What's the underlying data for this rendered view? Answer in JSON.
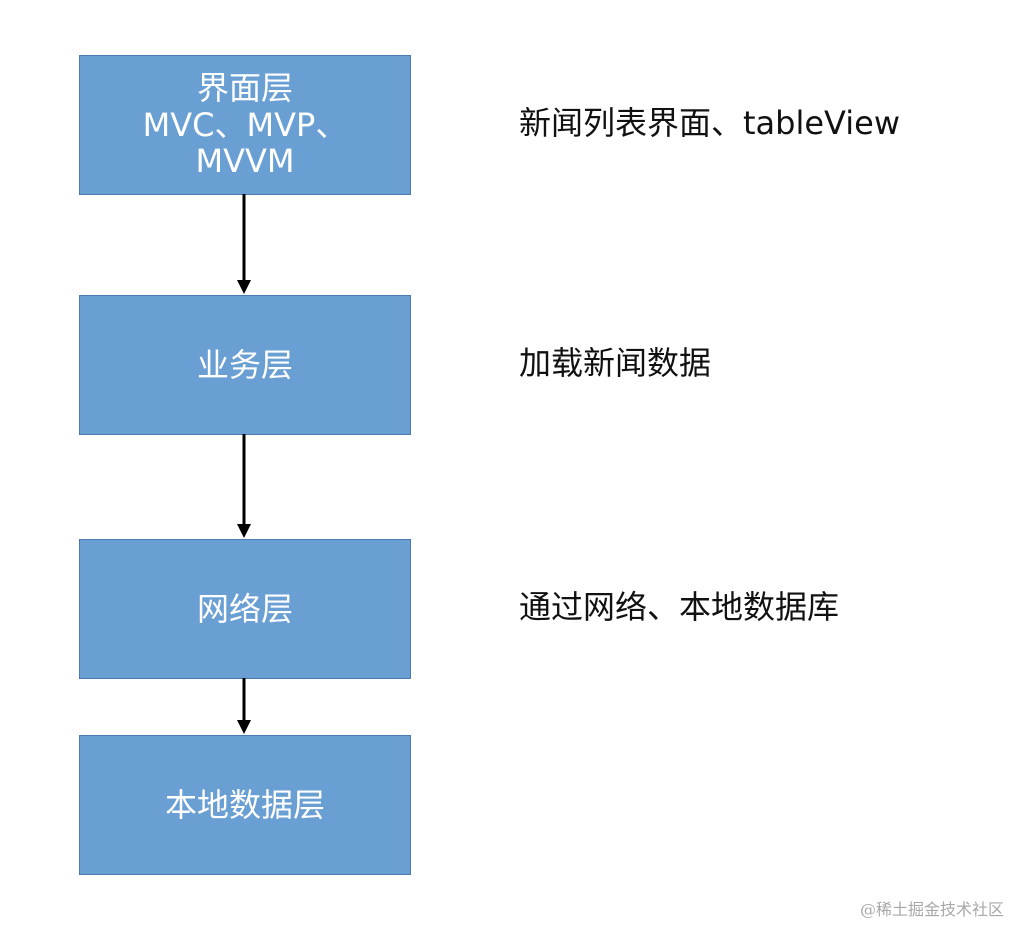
{
  "diagram": {
    "layers": [
      {
        "lines": [
          "界面层",
          "MVC、MVP、",
          "MVVM"
        ]
      },
      {
        "lines": [
          "业务层"
        ]
      },
      {
        "lines": [
          "网络层"
        ]
      },
      {
        "lines": [
          "本地数据层"
        ]
      }
    ],
    "descriptions": [
      "新闻列表界面、tableView",
      "加载新闻数据",
      "通过网络、本地数据库"
    ]
  },
  "watermark": "@稀土掘金技术社区",
  "colors": {
    "box_fill": "#6a9fd3",
    "box_border": "#4a7bb0",
    "box_text": "#ffffff",
    "arrow": "#000000",
    "description_text": "#111111",
    "watermark": "#a8a8a8"
  }
}
